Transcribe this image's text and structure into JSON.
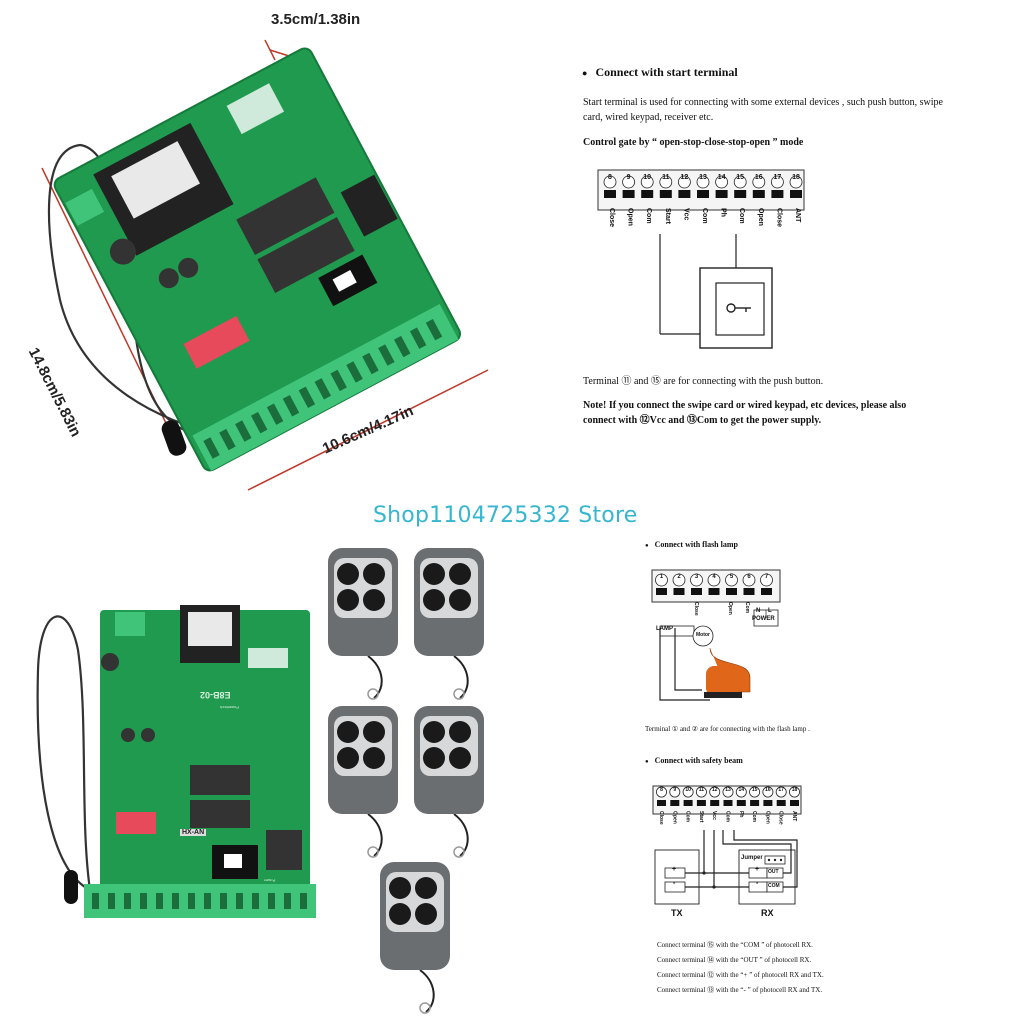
{
  "dimensions": {
    "top": "3.5cm/1.38in",
    "left": "14.8cm/5.83in",
    "bottom": "10.6cm/4.17in"
  },
  "board": {
    "model": "E8B-02",
    "brand": "Powertech",
    "relay": "HX-AN",
    "toggle": "Power"
  },
  "watermark": "Shop1104725332 Store",
  "start_section": {
    "bullet": "●",
    "title": "Connect with start terminal",
    "desc": "Start terminal is used for connecting with some external devices , such push button, swipe card, wired keypad, receiver etc.",
    "mode": "Control gate by “ open-stop-close-stop-open ” mode",
    "numbers": [
      "8",
      "9",
      "10",
      "11",
      "12",
      "13",
      "14",
      "15",
      "16",
      "17",
      "18"
    ],
    "labels": [
      "Close",
      "Open",
      "Com",
      "Start",
      "Vcc",
      "Com",
      "Ph",
      "Com",
      "Open",
      "Close",
      "ANT"
    ],
    "note_terminal": "Terminal  ⑪  and  ⑮  are for connecting with the push button.",
    "note_line1": "Note! If you connect the swipe card or wired keypad, etc devices, please also",
    "note_line2": "connect with ⑫Vcc and ⑬Com to get the power supply."
  },
  "flash_section": {
    "title": "Connect with flash lamp",
    "numbers": [
      "1",
      "2",
      "3",
      "4",
      "5",
      "6",
      "7"
    ],
    "lamp": "LAMP",
    "motor": "Motor",
    "close": "Close",
    "open": "Open",
    "com": "Com",
    "n": "N",
    "l": "L",
    "power": "POWER",
    "note": "Terminal  ①  and  ②  are for connecting with the flash lamp ."
  },
  "safety_section": {
    "title": "Connect with safety beam",
    "numbers": [
      "8",
      "9",
      "10",
      "11",
      "12",
      "13",
      "14",
      "15",
      "16",
      "17",
      "18"
    ],
    "labels": [
      "Close",
      "Open",
      "Com",
      "Start",
      "Vcc",
      "Com",
      "Ph",
      "Com",
      "Open",
      "Close",
      "ANT"
    ],
    "jumper": "Jumper",
    "tx": "TX",
    "rx": "RX",
    "plus": "+",
    "minus": "-",
    "out": "OUT",
    "com": "COM",
    "notes": [
      "Connect terminal  ⑮  with the “COM ” of photocell RX.",
      "Connect terminal  ⑭  with the “OUT ” of photocell RX.",
      "Connect terminal  ⑫  with the “+ ” of photocell RX and TX.",
      "Connect terminal  ⑬  with the “- ” of photocell RX and TX."
    ]
  },
  "colors": {
    "pcb": "#1f9a4e",
    "terminal": "#3fc47a",
    "remote": "#6b6e70",
    "watermark": "#36b6cf",
    "lamp": "#e0661a"
  }
}
